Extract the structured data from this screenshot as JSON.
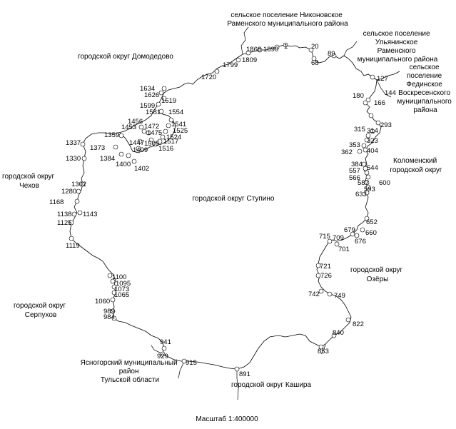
{
  "scale_label": "Масштаб 1:400000",
  "regions": {
    "nikonovskoe": [
      "сельское поселение Никоновское",
      "Раменского муниципального района"
    ],
    "ulyaninskoe": [
      "сельское поселение",
      "Ульянинское",
      "Раменского",
      "муниципального района"
    ],
    "fedinskoe": [
      "сельское",
      "поселение",
      "Фединское",
      "Воскресенского",
      "муниципального",
      "района"
    ],
    "domodedovo": [
      "городской округ Домодедово"
    ],
    "kolomna": [
      "Коломенский",
      "городской округ"
    ],
    "chekhov": [
      "городской округ",
      "Чехов"
    ],
    "stupino": [
      "городской округ Ступино"
    ],
    "ozery": [
      "городской округ",
      "Озёры"
    ],
    "serpukhov": [
      "городской округ",
      "Серпухов"
    ],
    "yasnogorsk": [
      "Ясногорский муниципальный",
      "район",
      "Тульской области"
    ],
    "kashira": [
      "городской округ Кашира"
    ]
  },
  "boundary_points": [
    "1",
    "20",
    "68",
    "89",
    "127",
    "144",
    "166",
    "180",
    "293",
    "314",
    "315",
    "323",
    "353",
    "362",
    "384",
    "404",
    "544",
    "557",
    "566",
    "587",
    "593",
    "600",
    "633",
    "652",
    "660",
    "676",
    "679",
    "701",
    "709",
    "715",
    "721",
    "726",
    "742",
    "749",
    "822",
    "840",
    "853",
    "891",
    "915",
    "929",
    "941",
    "984",
    "989",
    "1060",
    "1065",
    "1073",
    "1095",
    "1100",
    "1119",
    "1125",
    "1138",
    "1143",
    "1168",
    "1280",
    "1302",
    "1330",
    "1337",
    "1359",
    "1373",
    "1384",
    "1400",
    "1402",
    "1409",
    "1447",
    "1453",
    "1456",
    "1472",
    "1475",
    "1505",
    "1516",
    "1517",
    "1524",
    "1525",
    "1541",
    "1554",
    "1581",
    "1599",
    "1619",
    "1626",
    "1634",
    "1720",
    "1799",
    "1809",
    "1868",
    "1890"
  ]
}
